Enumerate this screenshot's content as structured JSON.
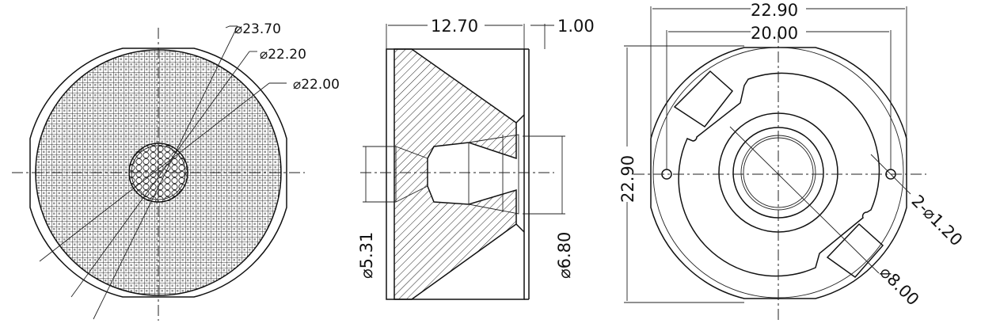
{
  "front_view": {
    "dimensions": [
      "⌀23.70",
      "⌀22.20",
      "⌀22.00"
    ]
  },
  "side_view": {
    "width": "12.70",
    "flange": "1.00",
    "inner_left": "⌀5.31",
    "inner_right": "⌀6.80"
  },
  "back_view": {
    "overall_width": "22.90",
    "hole_spacing": "20.00",
    "overall_height": "22.90",
    "holes": "2-⌀1.20",
    "center_bore": "⌀8.00"
  },
  "colors": {
    "line": "#111111",
    "background": "#ffffff"
  }
}
